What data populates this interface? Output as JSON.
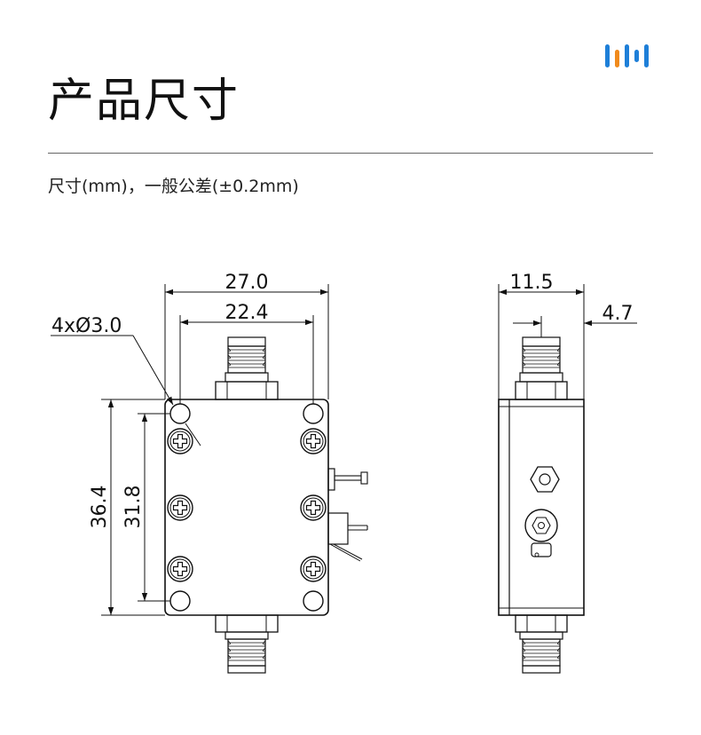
{
  "header": {
    "logo_icon": "bars-logo-icon",
    "title": "产品尺寸",
    "subtitle": "尺寸(mm)，一般公差(±0.2mm)"
  },
  "front_view": {
    "width_outer": "27.0",
    "width_holes": "22.4",
    "hole_spec": "4xØ3.0",
    "height_outer": "36.4",
    "height_holes": "31.8"
  },
  "side_view": {
    "depth": "11.5",
    "connector_offset": "4.7"
  },
  "colors": {
    "logo_blue": "#1e7fd8",
    "logo_orange": "#f08a1c",
    "line": "#111111"
  }
}
